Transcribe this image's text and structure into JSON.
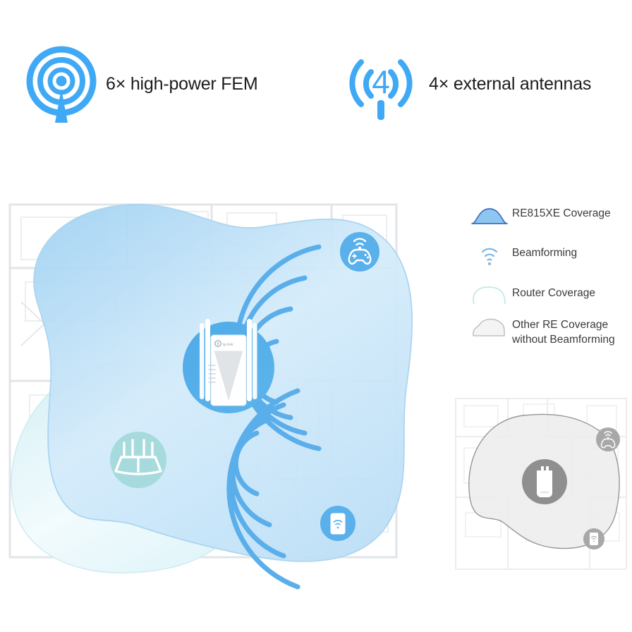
{
  "page": {
    "background": "#ffffff",
    "accent_blue": "#3fa9f5",
    "brand": "TP-Link",
    "product": "RE815XE"
  },
  "features": [
    {
      "id": "fem",
      "icon": "high-power-fem-antenna-icon",
      "label": "6× high-power FEM",
      "color": "#3fa9f5"
    },
    {
      "id": "antennas",
      "icon": "external-antennas-icon",
      "icon_value": "4",
      "label": "4× external antennas",
      "color": "#3fa9f5"
    }
  ],
  "legend": {
    "items": [
      {
        "id": "re815xe-coverage",
        "swatch": "filled-blue-blob-swatch",
        "label": "RE815XE Coverage",
        "color": "#8ec6f0",
        "stroke": "#3a6fc4"
      },
      {
        "id": "beamforming",
        "swatch": "wifi-signal-icon",
        "label": "Beamforming",
        "color": "#7ab6e8"
      },
      {
        "id": "router-coverage",
        "swatch": "teal-outline-blob-swatch",
        "label": "Router Coverage",
        "color": "#bfe4e2"
      },
      {
        "id": "other-re-coverage",
        "swatch": "gray-outline-blob-swatch",
        "label": "Other RE Coverage\nwithout Beamforming",
        "label_line1": "Other RE Coverage",
        "label_line2": "without Beamforming",
        "color": "#c9c9c9"
      }
    ]
  },
  "main_map": {
    "name": "re815xe-coverage-floorplan",
    "coverage_areas": [
      {
        "id": "re815xe-coverage-blob",
        "type": "extender",
        "fill_from": "#a9d6f5",
        "fill_to": "#e8f4fd",
        "stroke": "#9fcdee"
      },
      {
        "id": "router-coverage-blob",
        "type": "router",
        "fill_from": "#ddf2f6",
        "fill_to": "#f4fbfd",
        "stroke": "#cdeaf0"
      }
    ],
    "devices": [
      {
        "id": "extender-device",
        "name": "re815xe-extender",
        "label": "RE815XE",
        "badge_color": "#4aa8e8",
        "antennas": 4
      },
      {
        "id": "router-device",
        "name": "router",
        "badge_color": "#a5d9d9"
      },
      {
        "id": "game-controller",
        "name": "game-controller-device",
        "badge_color": "#59b0ea"
      },
      {
        "id": "smartphone",
        "name": "smartphone-device",
        "badge_color": "#59b0ea"
      }
    ],
    "beamforming_beams": [
      {
        "id": "beam-up-right",
        "arcs": 4,
        "direction": "up-right"
      },
      {
        "id": "beam-down-right",
        "arcs": 4,
        "direction": "down-right"
      }
    ]
  },
  "compare_map": {
    "name": "other-re-coverage-floorplan",
    "coverage_area": {
      "id": "other-re-coverage-blob",
      "fill": "#eeeeee",
      "stroke": "#8c8c8c"
    },
    "devices": [
      {
        "id": "extender-device-gray",
        "name": "generic-extender",
        "badge_color": "#8f8f8f"
      },
      {
        "id": "game-controller-gray",
        "name": "game-controller-device",
        "badge_color": "#a8a8a8"
      },
      {
        "id": "smartphone-gray",
        "name": "smartphone-device",
        "badge_color": "#a8a8a8"
      }
    ]
  }
}
